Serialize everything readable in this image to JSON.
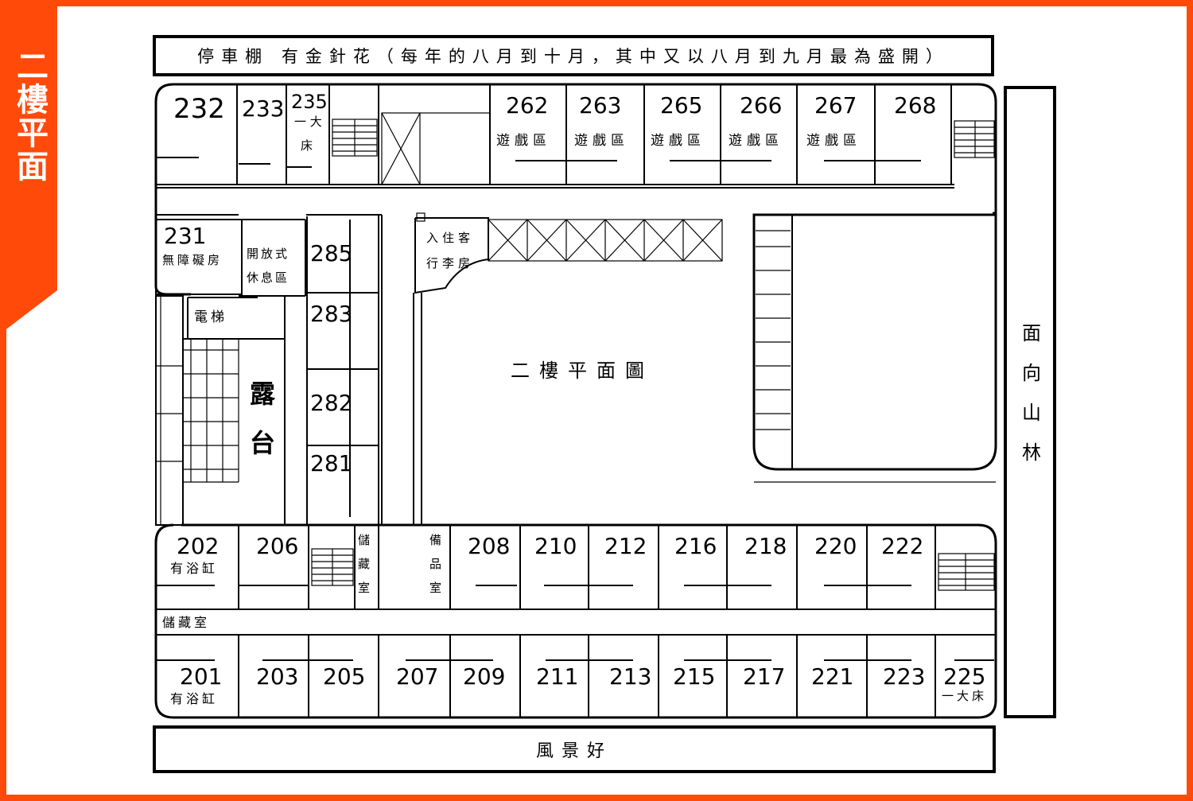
{
  "side_title": "二樓平面",
  "banners": {
    "top": "停車棚 有金針花（每年的八月到十月，其中又以八月到九月最為盛開）",
    "bottom": "風景好",
    "right": "面向山林"
  },
  "center_label": "二樓平面圖",
  "terrace_label": [
    "露",
    "台"
  ],
  "rooms_top": [
    {
      "number": "232",
      "note": ""
    },
    {
      "number": "233",
      "note": ""
    },
    {
      "number": "235",
      "note": "一大床"
    },
    {
      "number": "262",
      "note": "遊戲區"
    },
    {
      "number": "263",
      "note": "遊戲區"
    },
    {
      "number": "265",
      "note": "遊戲區"
    },
    {
      "number": "266",
      "note": "遊戲區"
    },
    {
      "number": "267",
      "note": "遊戲區"
    },
    {
      "number": "268",
      "note": ""
    }
  ],
  "rooms_left": [
    {
      "number": "231",
      "note": "無障礙房"
    },
    {
      "number": "285",
      "note": ""
    },
    {
      "number": "283",
      "note": ""
    },
    {
      "number": "282",
      "note": ""
    },
    {
      "number": "281",
      "note": ""
    }
  ],
  "lounge_label": [
    "開放式",
    "休息區"
  ],
  "elevator_label": "電梯",
  "checkin_label": [
    "入住客",
    "行李房"
  ],
  "storage_labels": [
    "儲藏室",
    "備品室",
    "儲藏室"
  ],
  "rooms_mid": [
    {
      "number": "202",
      "note": "有浴缸"
    },
    {
      "number": "206",
      "note": ""
    },
    {
      "number": "208",
      "note": ""
    },
    {
      "number": "210",
      "note": ""
    },
    {
      "number": "212",
      "note": ""
    },
    {
      "number": "216",
      "note": ""
    },
    {
      "number": "218",
      "note": ""
    },
    {
      "number": "220",
      "note": ""
    },
    {
      "number": "222",
      "note": ""
    }
  ],
  "rooms_bottom": [
    {
      "number": "201",
      "note": "有浴缸"
    },
    {
      "number": "203",
      "note": ""
    },
    {
      "number": "205",
      "note": ""
    },
    {
      "number": "207",
      "note": ""
    },
    {
      "number": "209",
      "note": ""
    },
    {
      "number": "211",
      "note": ""
    },
    {
      "number": "213",
      "note": ""
    },
    {
      "number": "215",
      "note": ""
    },
    {
      "number": "217",
      "note": ""
    },
    {
      "number": "221",
      "note": ""
    },
    {
      "number": "223",
      "note": ""
    },
    {
      "number": "225",
      "note": "一大床"
    }
  ],
  "colors": {
    "frame": "#ff4a0a",
    "ink": "#000000",
    "paper": "#ffffff"
  }
}
